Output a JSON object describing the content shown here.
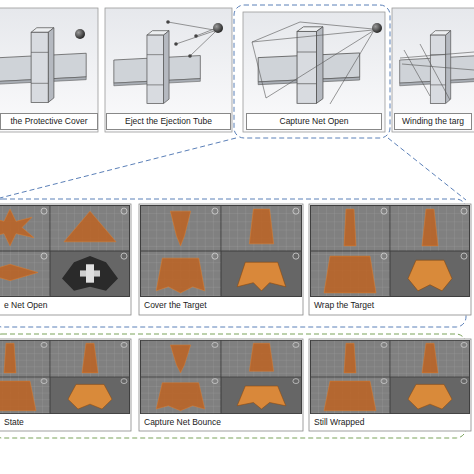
{
  "diagram": {
    "nodes": [
      {
        "text": [
          "the Protective Cover"
        ]
      },
      {
        "text": [
          "Eject the Ejection Tube"
        ]
      },
      {
        "text": [
          "Capture Net Open"
        ]
      },
      {
        "text": [
          "Winding the targ"
        ]
      },
      {
        "text": [
          "e Net Open"
        ]
      },
      {
        "text": [
          "Cover the Target"
        ]
      },
      {
        "text": [
          "Wrap the Target"
        ]
      },
      {
        "text": [
          "State"
        ]
      },
      {
        "text": [
          "Capture Net Bounce"
        ]
      },
      {
        "text": [
          "Still Wrapped"
        ]
      }
    ]
  }
}
